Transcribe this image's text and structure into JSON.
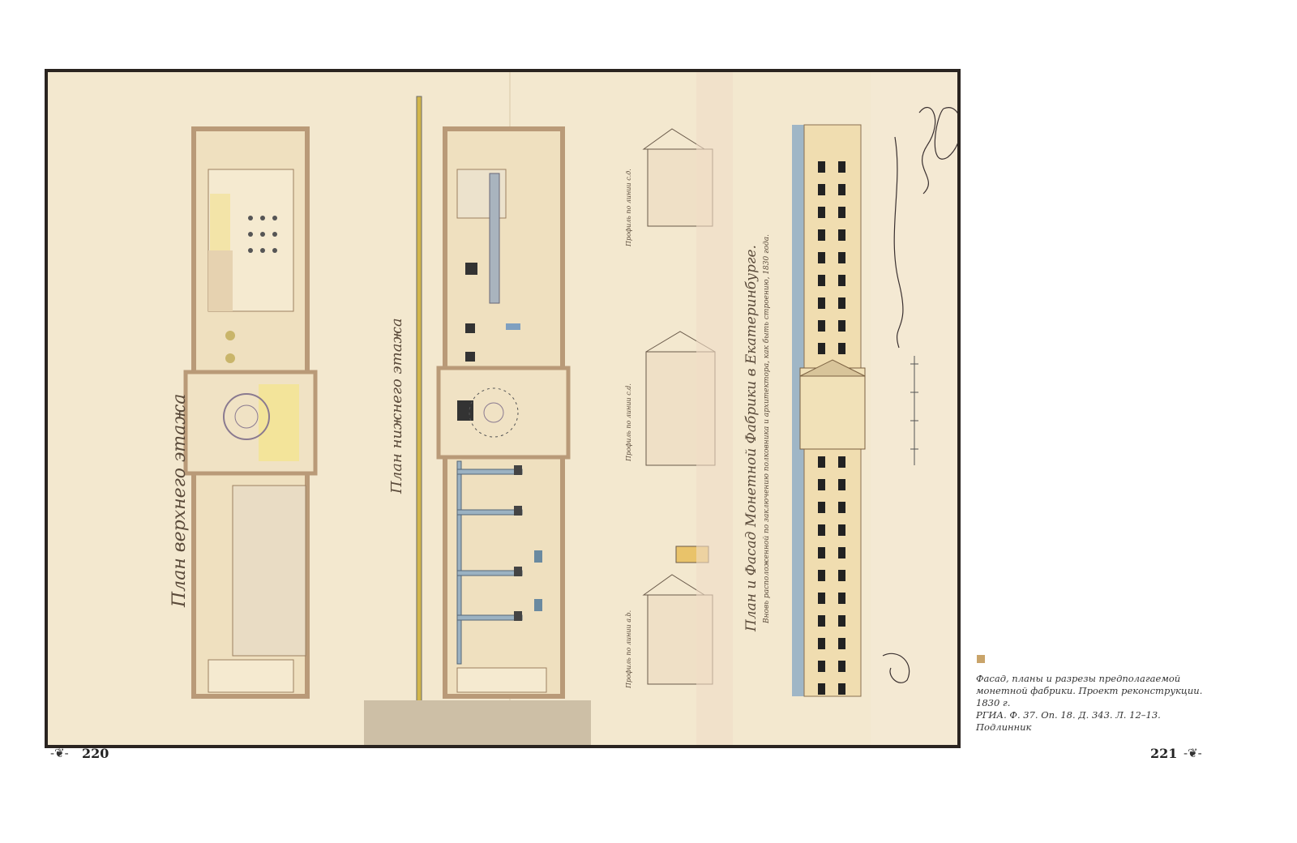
{
  "drawing": {
    "upper_plan_title": "План верхнего этажа",
    "lower_plan_title": "План нижнего этажа",
    "main_title": "План и Фасад Монетной Фабрики в Екатеринбурге.",
    "subtitle": "Вновь расположенной по заключению полковника и архитектора, как быть строению, 1830 года.",
    "section_labels": [
      "Профиль по линии с.д.",
      "Профиль по линии c.d.",
      "Профиль по линии a.b."
    ]
  },
  "page_numbers": {
    "left": "220",
    "right": "221"
  },
  "ornament": "-❦-",
  "caption": {
    "lines": [
      "Фасад, планы и разрезы предполагаемой",
      "монетной фабрики. Проект реконструкции.",
      "1830 г.",
      "РГИА. Ф. 37. Оп. 18. Д. 343. Л. 12–13.",
      "Подлинник"
    ],
    "marker_color": "#c9a46a"
  }
}
